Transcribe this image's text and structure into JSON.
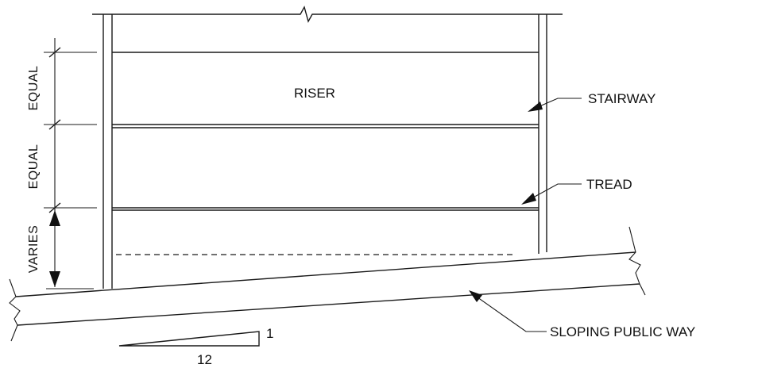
{
  "labels": {
    "riser": "RISER",
    "stairway": "STAIRWAY",
    "tread": "TREAD",
    "sloping_public_way": "SLOPING PUBLIC WAY"
  },
  "dimensions": {
    "equal_top": "EQUAL",
    "equal_bottom": "EQUAL",
    "varies": "VARIES"
  },
  "slope": {
    "rise": "1",
    "run": "12"
  },
  "colors": {
    "line": "#1a1a1a",
    "background": "#ffffff"
  }
}
